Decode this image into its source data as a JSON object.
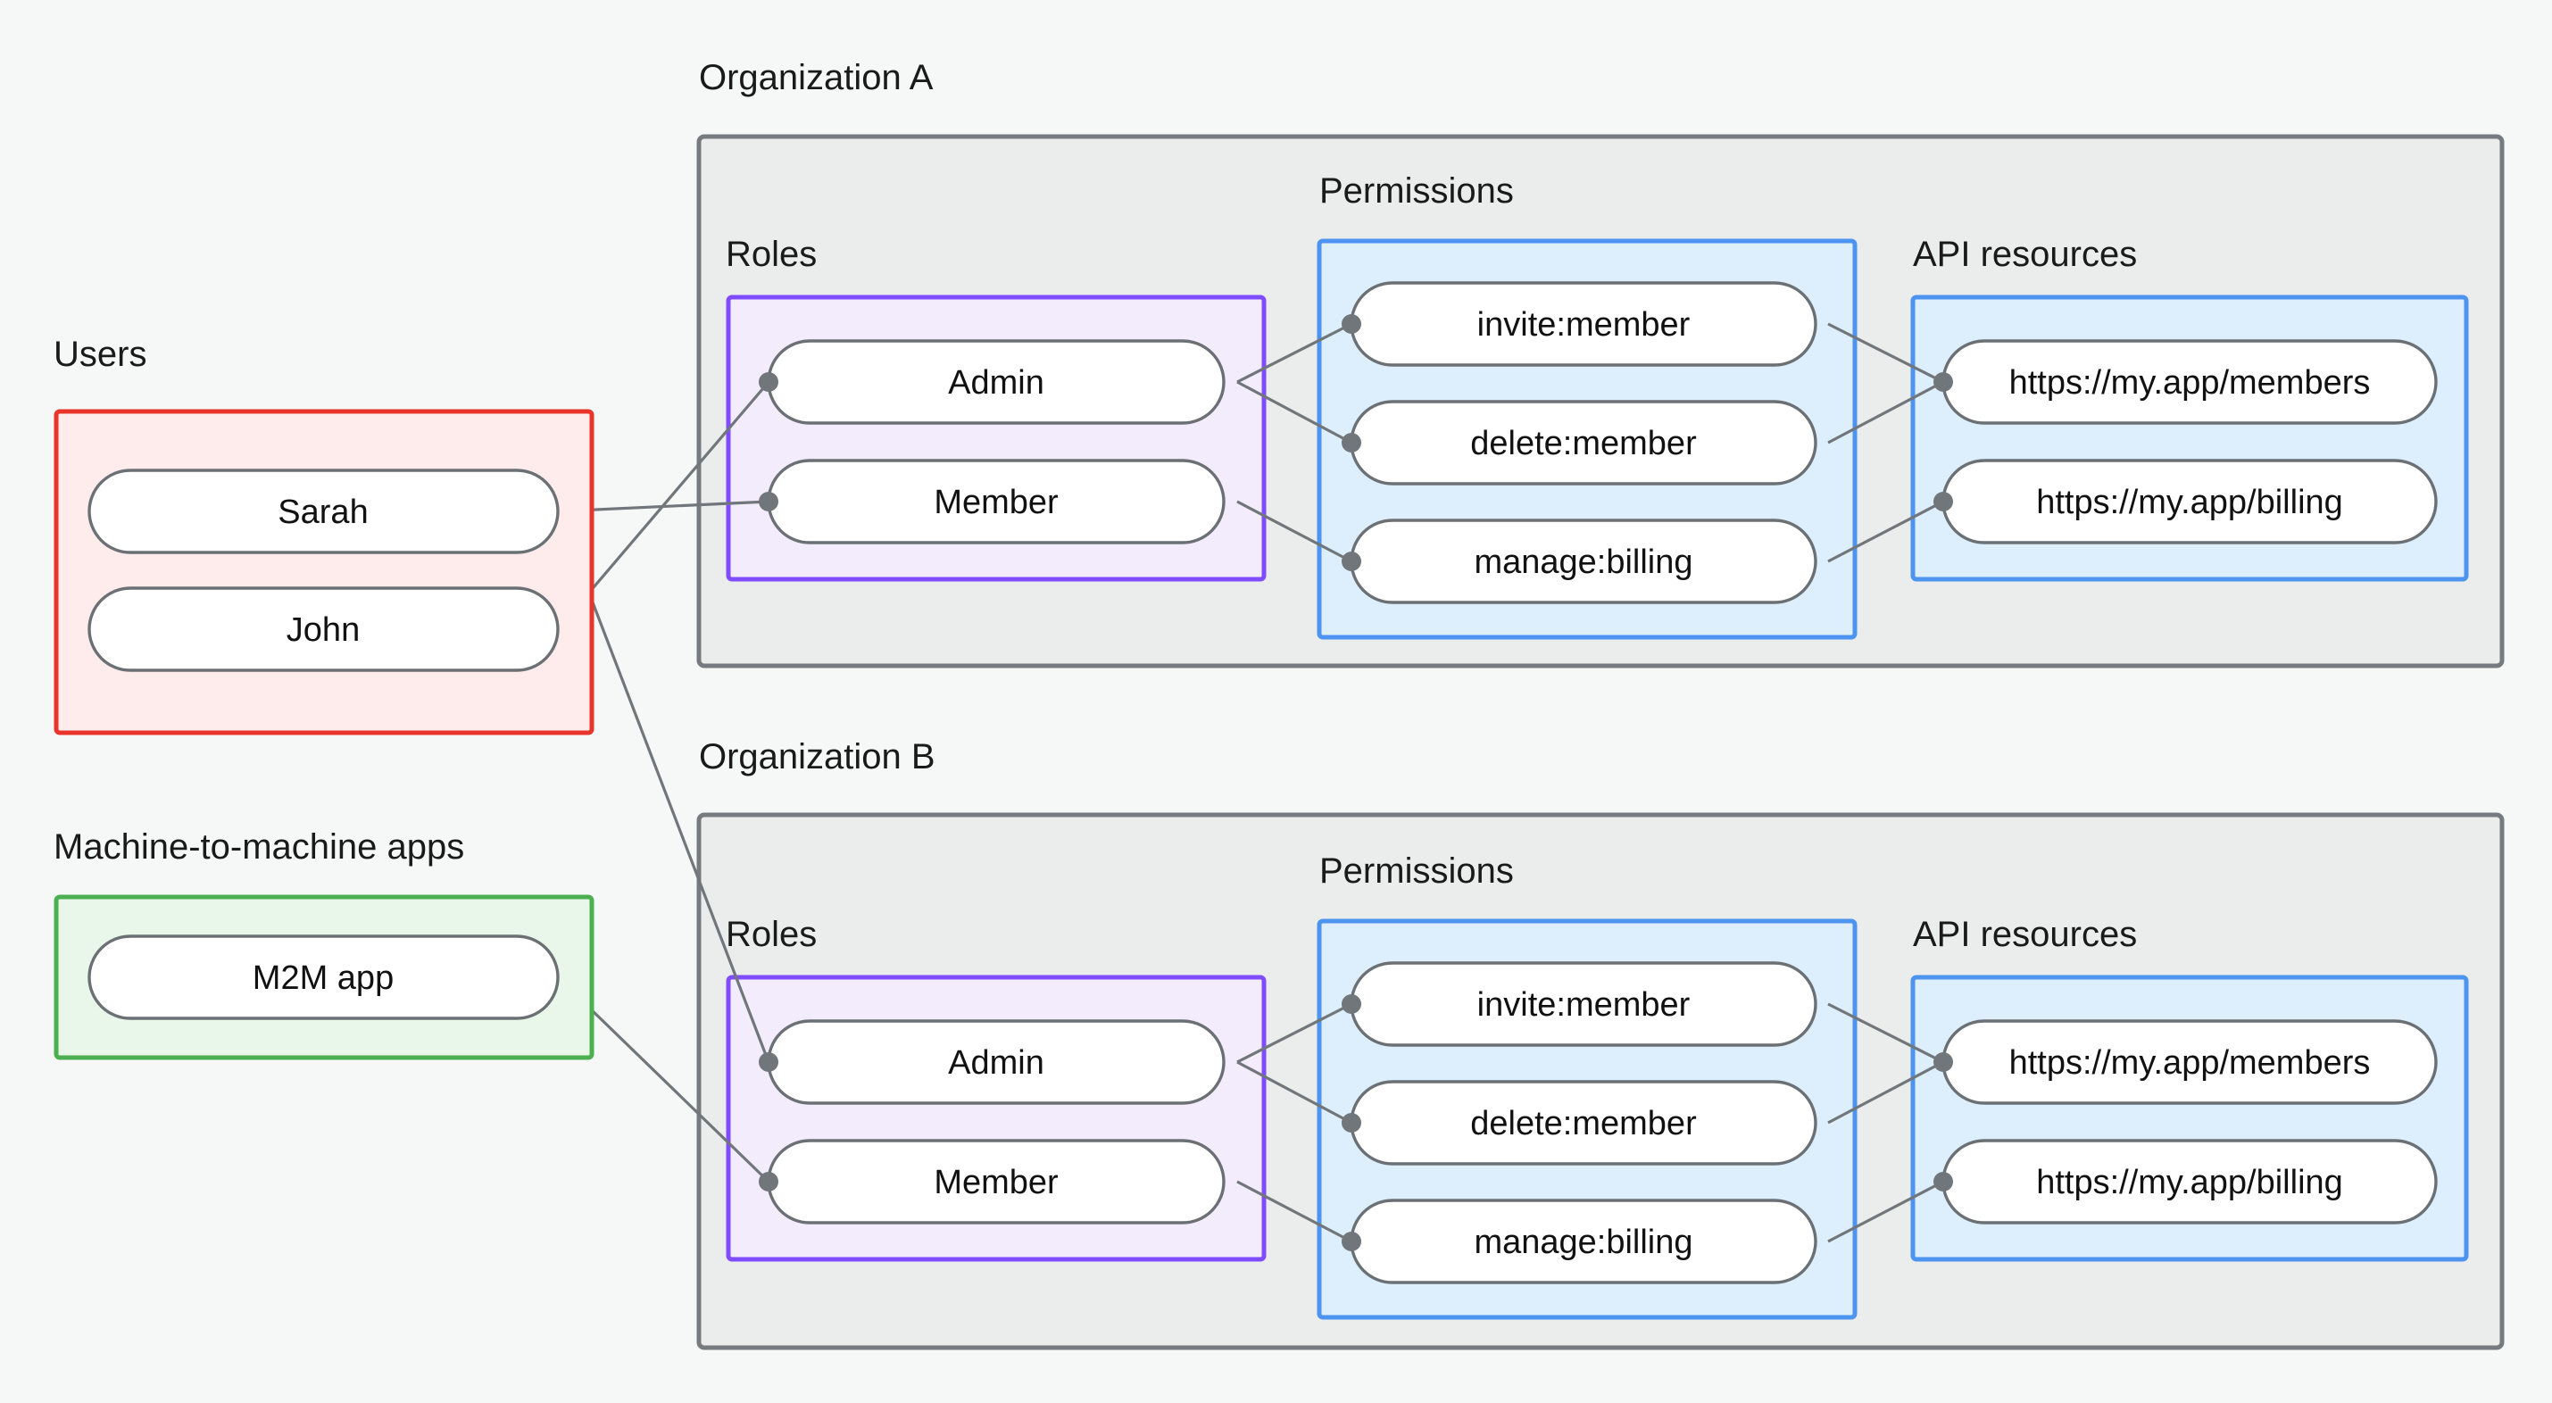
{
  "page": {
    "background_color": "#f6f8f7",
    "title": "Organization RBAC architecture diagram"
  },
  "colors": {
    "users_border": "#e8342a",
    "users_fill": "#fdeceb",
    "m2m_border": "#4caf50",
    "m2m_fill": "#e9f6ea",
    "org_border": "#767b7f",
    "org_fill": "#ebedec",
    "roles_border": "#7f4dff",
    "roles_fill": "#f3ecfd",
    "permissions_border": "#4d94f0",
    "permissions_fill": "#ddeefc",
    "api_border": "#4d94f0",
    "api_fill": "#ddeefc",
    "node_border": "#6b7075",
    "node_fill": "#ffffff",
    "edge": "#70767a"
  },
  "groups": {
    "users": {
      "label": "Users",
      "items": [
        {
          "id": "sarah",
          "label": "Sarah"
        },
        {
          "id": "john",
          "label": "John"
        }
      ]
    },
    "m2m": {
      "label": "Machine-to-machine apps",
      "items": [
        {
          "id": "m2m_app",
          "label": "M2M app"
        }
      ]
    }
  },
  "organizations": [
    {
      "id": "org_a",
      "label": "Organization A",
      "roles": {
        "label": "Roles",
        "items": [
          {
            "id": "a_admin",
            "label": "Admin"
          },
          {
            "id": "a_member",
            "label": "Member"
          }
        ]
      },
      "permissions": {
        "label": "Permissions",
        "items": [
          {
            "id": "a_invite",
            "label": "invite:member"
          },
          {
            "id": "a_delete",
            "label": "delete:member"
          },
          {
            "id": "a_billing",
            "label": "manage:billing"
          }
        ]
      },
      "api_resources": {
        "label": "API resources",
        "items": [
          {
            "id": "a_res_members",
            "label": "https://my.app/members"
          },
          {
            "id": "a_res_billing",
            "label": "https://my.app/billing"
          }
        ]
      }
    },
    {
      "id": "org_b",
      "label": "Organization B",
      "roles": {
        "label": "Roles",
        "items": [
          {
            "id": "b_admin",
            "label": "Admin"
          },
          {
            "id": "b_member",
            "label": "Member"
          }
        ]
      },
      "permissions": {
        "label": "Permissions",
        "items": [
          {
            "id": "b_invite",
            "label": "invite:member"
          },
          {
            "id": "b_delete",
            "label": "delete:member"
          },
          {
            "id": "b_billing",
            "label": "manage:billing"
          }
        ]
      },
      "api_resources": {
        "label": "API resources",
        "items": [
          {
            "id": "b_res_members",
            "label": "https://my.app/members"
          },
          {
            "id": "b_res_billing",
            "label": "https://my.app/billing"
          }
        ]
      }
    }
  ],
  "connections": [
    {
      "from": "sarah",
      "to": "a_member"
    },
    {
      "from": "sarah",
      "to": "b_admin"
    },
    {
      "from": "john",
      "to": "a_admin"
    },
    {
      "from": "m2m_app",
      "to": "b_member"
    },
    {
      "from": "a_admin",
      "to": "a_invite"
    },
    {
      "from": "a_admin",
      "to": "a_delete"
    },
    {
      "from": "a_member",
      "to": "a_billing"
    },
    {
      "from": "a_invite",
      "to": "a_res_members"
    },
    {
      "from": "a_delete",
      "to": "a_res_members"
    },
    {
      "from": "a_billing",
      "to": "a_res_billing"
    },
    {
      "from": "b_admin",
      "to": "b_invite"
    },
    {
      "from": "b_admin",
      "to": "b_delete"
    },
    {
      "from": "b_member",
      "to": "b_billing"
    },
    {
      "from": "b_invite",
      "to": "b_res_members"
    },
    {
      "from": "b_delete",
      "to": "b_res_members"
    },
    {
      "from": "b_billing",
      "to": "b_res_billing"
    }
  ]
}
